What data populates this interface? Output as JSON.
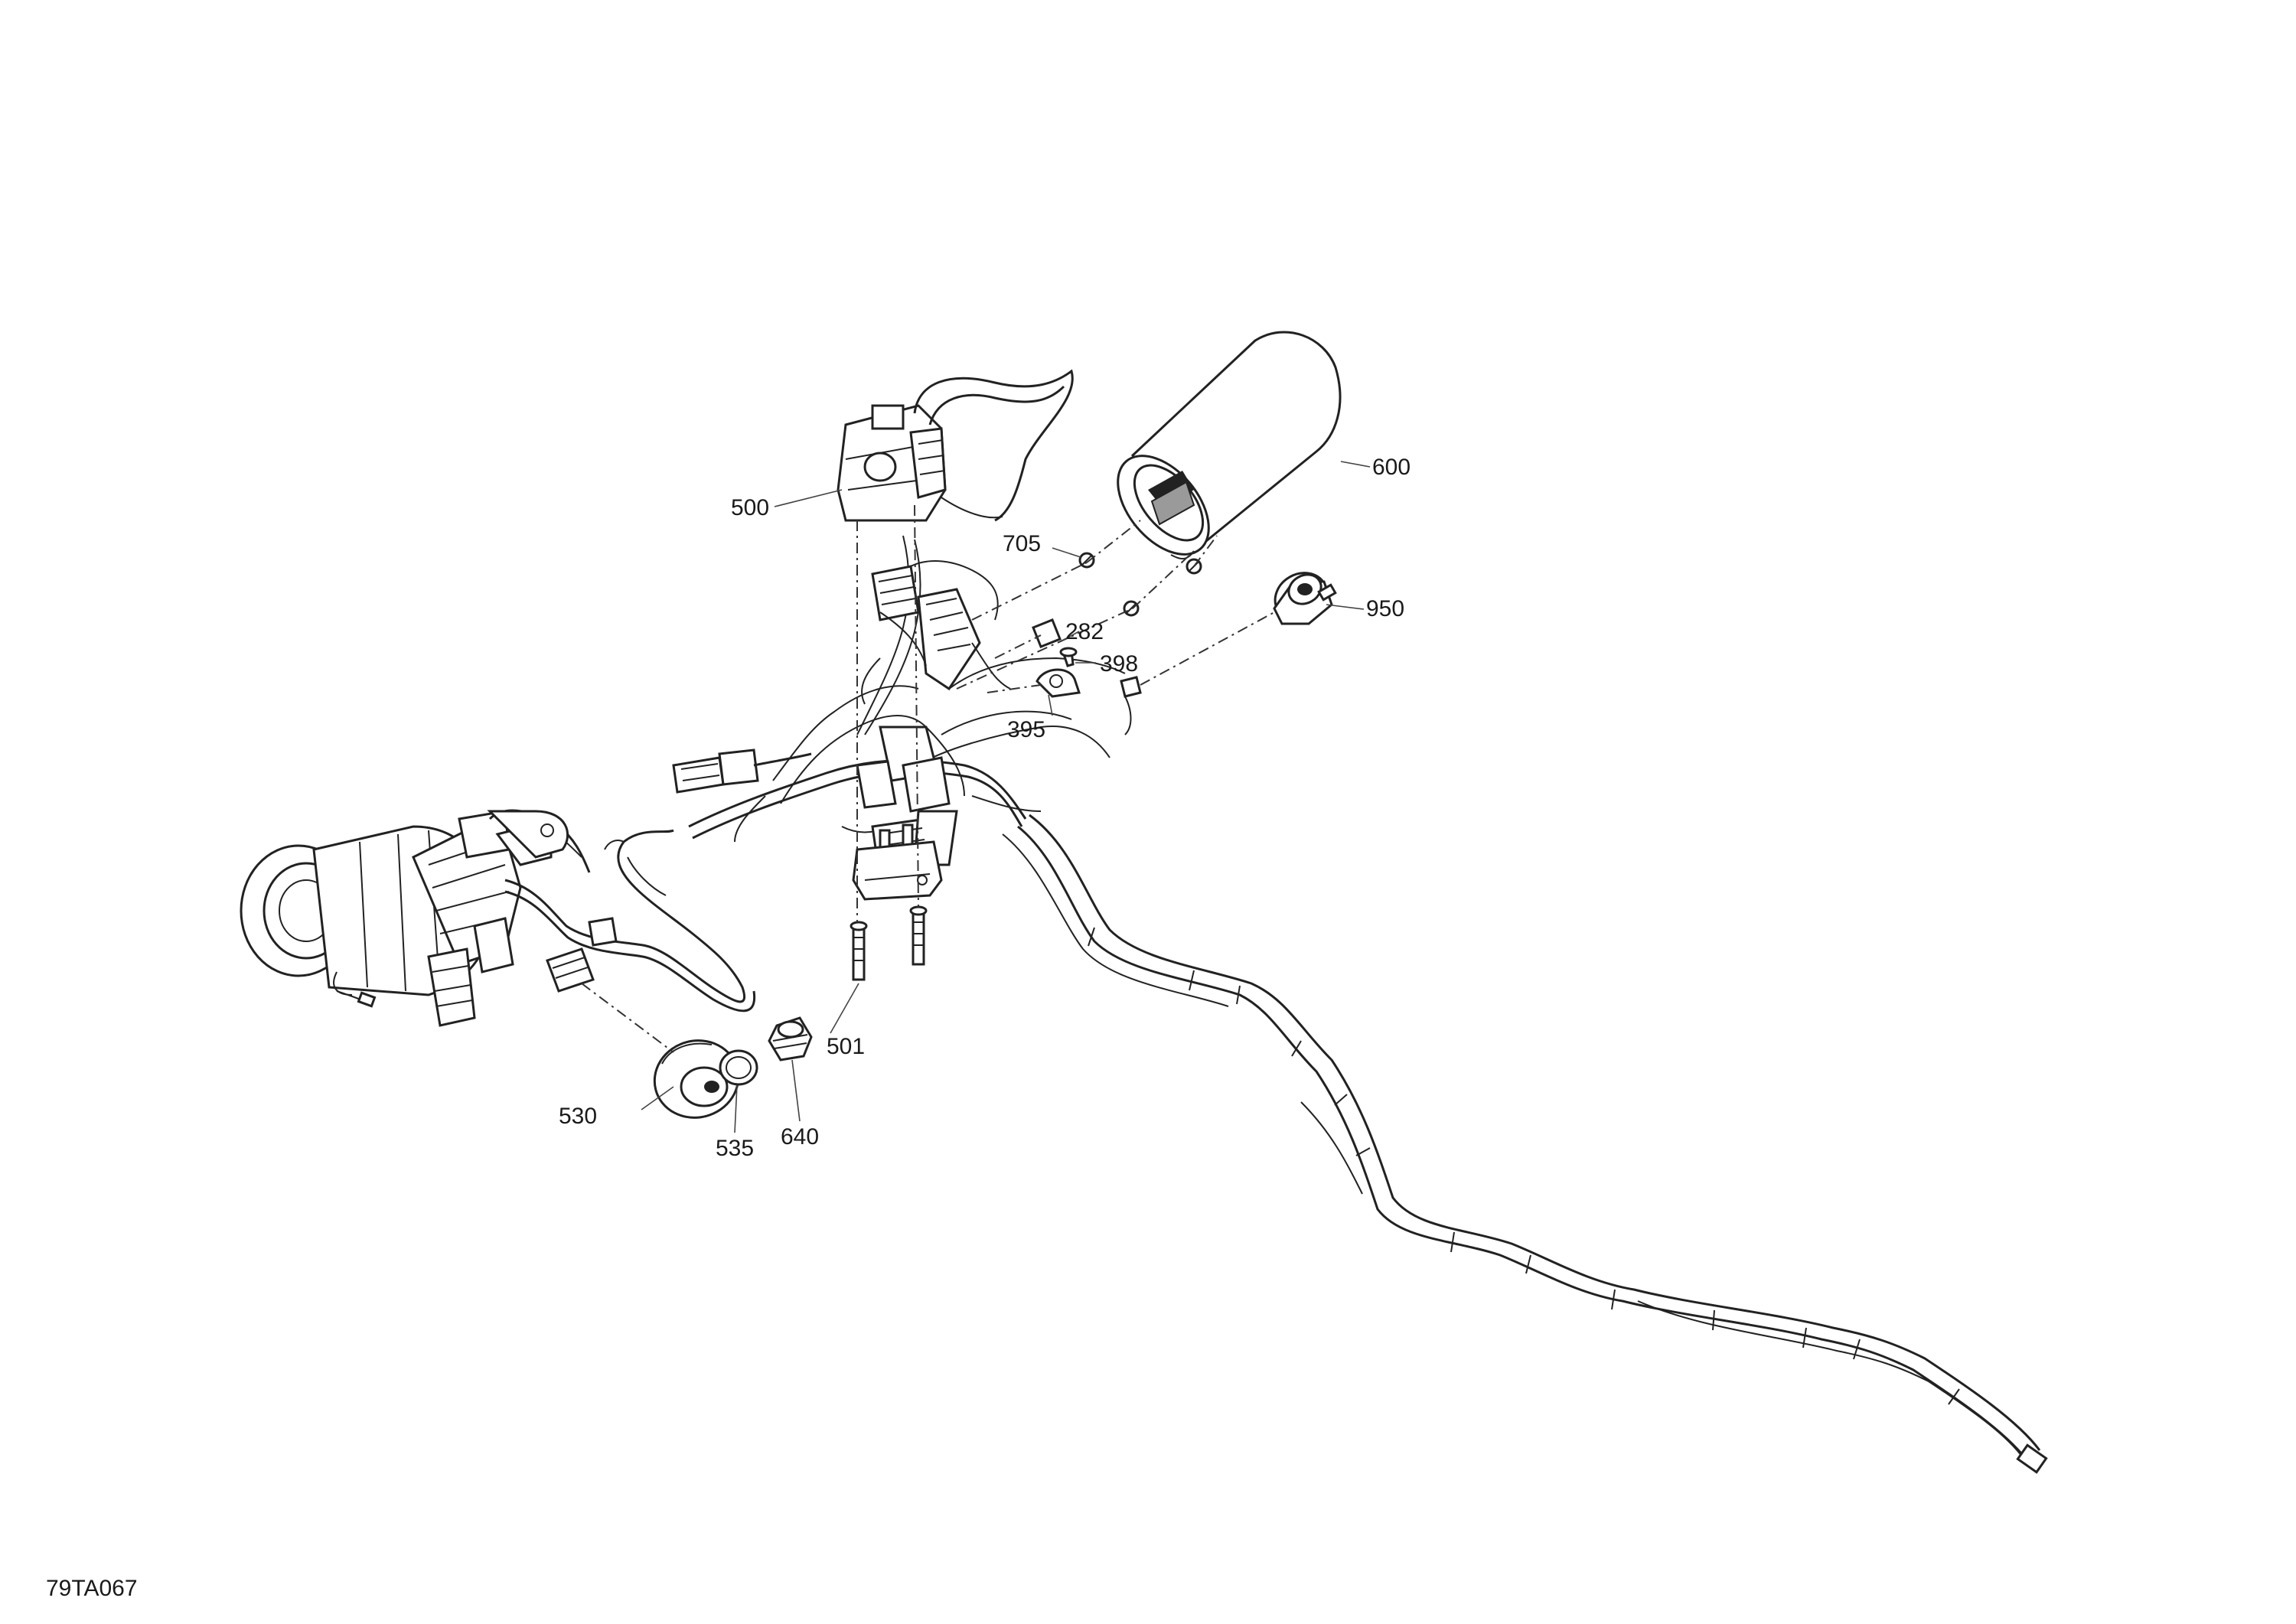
{
  "figure_id": "79TA067",
  "callouts": [
    {
      "id": "p500",
      "label": "500"
    },
    {
      "id": "p501",
      "label": "501"
    },
    {
      "id": "p530",
      "label": "530"
    },
    {
      "id": "p535",
      "label": "535"
    },
    {
      "id": "p640",
      "label": "640"
    },
    {
      "id": "p600",
      "label": "600"
    },
    {
      "id": "p705",
      "label": "705"
    },
    {
      "id": "p282",
      "label": "282"
    },
    {
      "id": "p398",
      "label": "398"
    },
    {
      "id": "p395",
      "label": "395"
    },
    {
      "id": "p950",
      "label": "950"
    }
  ]
}
